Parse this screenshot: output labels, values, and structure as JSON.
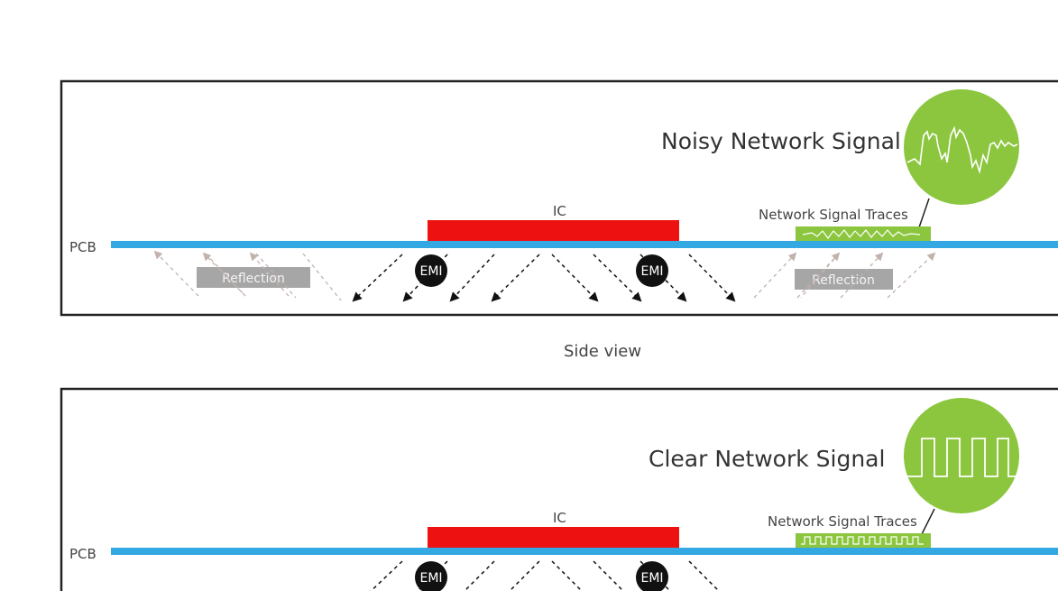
{
  "top_panel": {
    "title": "Noisy Network Signal",
    "ic_label": "IC",
    "pcb_label": "PCB",
    "traces_label": "Network Signal Traces",
    "emi_labels": [
      "EMI",
      "EMI"
    ],
    "reflection_labels": [
      "Reflection",
      "Reflection"
    ]
  },
  "caption": "Side view",
  "bottom_panel": {
    "title": "Clear Network Signal",
    "ic_label": "IC",
    "pcb_label": "PCB",
    "traces_label": "Network Signal Traces",
    "emi_labels": [
      "EMI",
      "EMI"
    ]
  },
  "colors": {
    "pcb": "#33a8e3",
    "ic": "#ee1111",
    "trace": "#8cc63f",
    "emi": "#111111",
    "reflection": "#a6a6a6",
    "reflection_arrow": "#b9a9a4"
  }
}
